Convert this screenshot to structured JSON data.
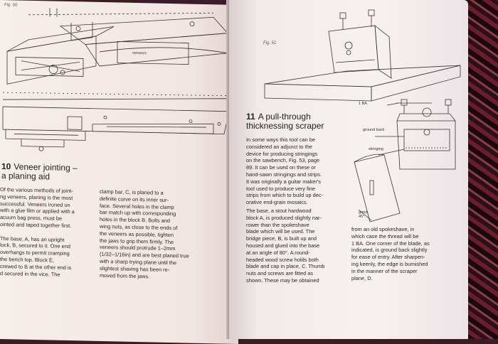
{
  "left_page": {
    "fig_label": "Fig. 50",
    "drawing_label": "veneers",
    "heading_number": "10",
    "heading_line1": "Veneer jointing –",
    "heading_line2": "a planing aid",
    "col1": "Of the various methods of joint-\nng veneers, planing is the most\nsuccessful. Veneers ironed on\nwith a glue film or applied with a\nacuum bag press, must be\nointed and taped together first.\n\nThe base, A, has an upright\nlock, B, secured to it. One end\noverhangs to permit cramping\nthe bench top. Block E,\ncrewed to B at the other end is\nd secured in the vice. The",
    "col2": "clamp bar, C, is planed to a\ndefinite curve on its inner sur-\nface. Several holes in the clamp\nbar match up with corresponding\nholes in the block B. Bolts and\nwing nuts, as close to the ends of\nthe veneers as possible, tighten\nthe jaws to grip them firmly. The\nveneers should protrude 1–2mm\n(1/32–1/16in) and are best planed true\nwith a sharp trying plane until the\nslightest shaving has been re-\nmoved from the jaws."
  },
  "right_page": {
    "fig_label": "Fig. 51",
    "label_ba": "1 BA",
    "label_ground_back": "ground back",
    "label_stringing": "stringing",
    "label_angle": "grind 45°",
    "heading_number": "11",
    "heading_line1": "A pull-through",
    "heading_line2": "thicknessing scraper",
    "col1_intro": "In some ways this tool can be\nconsidered an adjunct to the\ndevice for producing stringings\non the sawbench, Fig. 53, page\n89. It can be used on these or\nhand-sawn stringings and strips.\nIt was originally a guitar maker's\ntool used to produce very fine\nstrips from which to build up dec-\norative end-grain mosaics.",
    "col1_body": "The base, a stout hardwood\nblock A, is produced slightly nar-\nrower than the spokeshave\nblade which will be used. The\nbridge piece, B, is built up and\nhoused and glued into the base\nat an angle of 80°. A round-\nheaded wood screw holds both\nblade and cap in place, C. Thumb\nnuts and screws are fitted as\nshown. These may be obtained",
    "col2": "from an old spokeshave, in\nwhich case the thread will be\n1 BA. One corner of the blade, as\nindicated, is ground back slightly\nfor ease of entry. After sharpen-\ning keenly, the edge is burnished\nin the manner of the scraper\nplane, D."
  }
}
